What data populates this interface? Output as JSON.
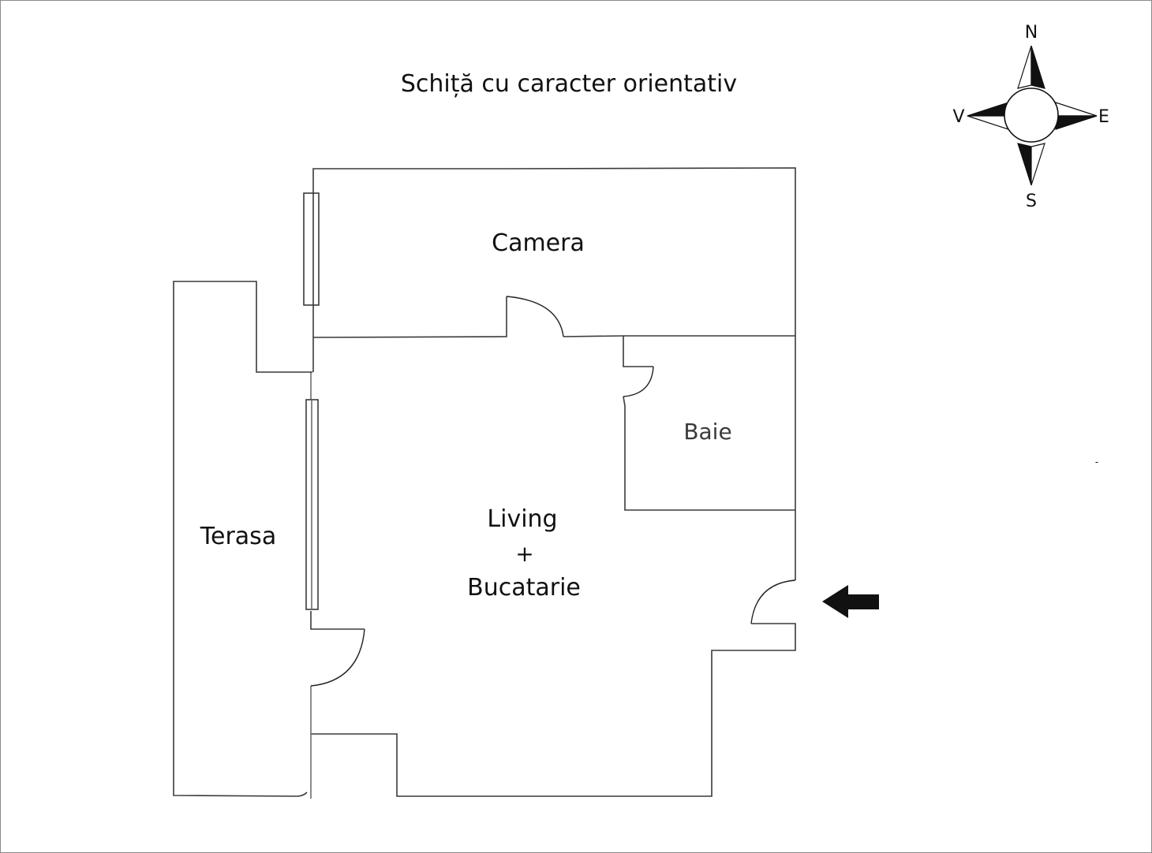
{
  "title": "Schiță cu caracter orientativ",
  "rooms": [
    {
      "id": "camera",
      "label": "Camera"
    },
    {
      "id": "baie",
      "label": "Baie"
    },
    {
      "id": "living",
      "label": "Living"
    },
    {
      "id": "living-plus",
      "label": "+"
    },
    {
      "id": "bucatarie",
      "label": "Bucatarie"
    },
    {
      "id": "terasa",
      "label": "Terasa"
    }
  ],
  "compass": {
    "north": "N",
    "south": "S",
    "east": "E",
    "west": "V"
  },
  "entrance_arrow": "entrance-arrow",
  "stray_mark": "-"
}
